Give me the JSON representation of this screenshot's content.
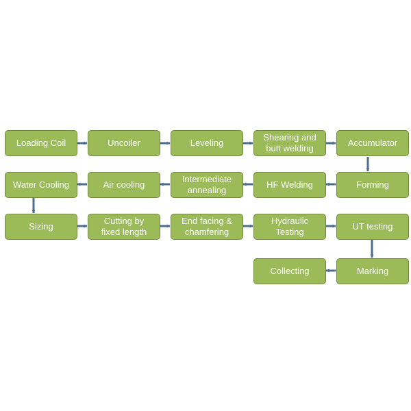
{
  "diagram": {
    "accent_fill": "#9bbb59",
    "accent_border": "#71893f",
    "arrow_color": "#4f6d8f",
    "steps": {
      "loading_coil": "Loading  Coil",
      "uncoiler": "Uncoiler",
      "leveling": "Leveling",
      "shearing": "Shearing and\nbutt welding",
      "accumulator": "Accumulator",
      "forming": "Forming",
      "hf_welding": "HF Welding",
      "intermediate_annealing": "Intermediate\nannealing",
      "air_cooling": "Air cooling",
      "water_cooling": "Water Cooling",
      "sizing": "Sizing",
      "cutting": "Cutting by\nfixed length",
      "end_facing": "End facing &\nchamfering",
      "hydraulic_testing": "Hydraulic\nTesting",
      "ut_testing": "UT testing",
      "marking": "Marking",
      "collecting": "Collecting"
    }
  }
}
